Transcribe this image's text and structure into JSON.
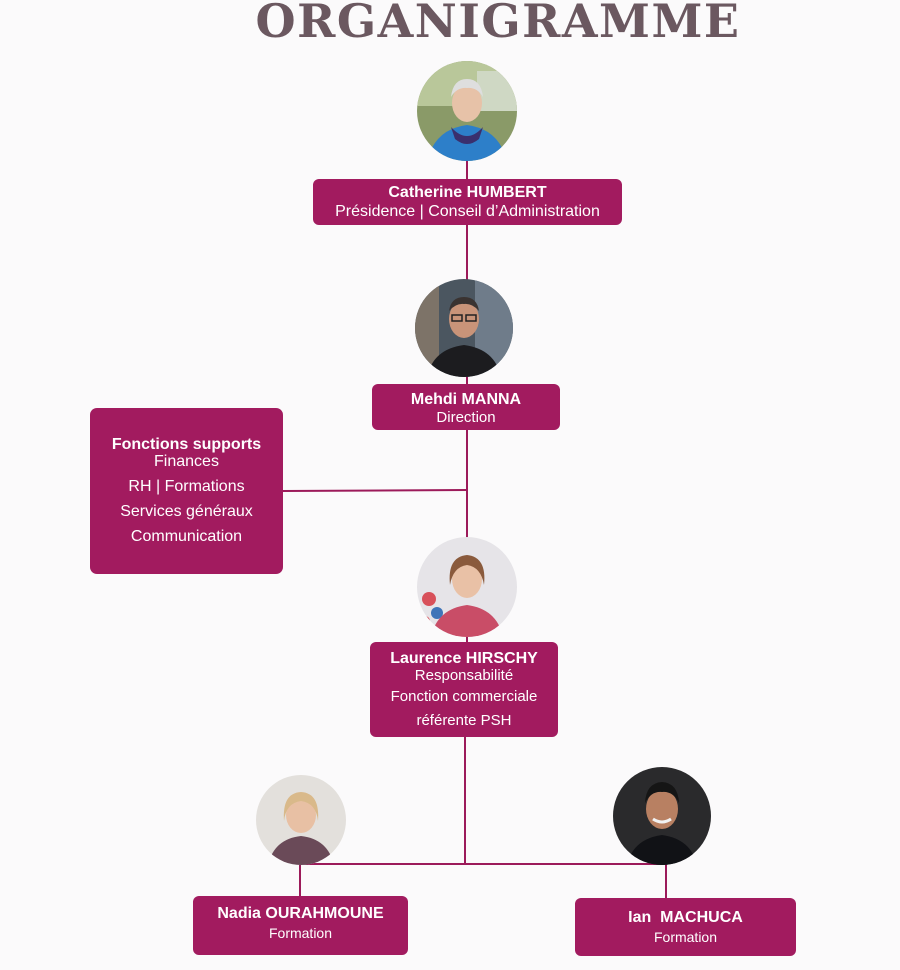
{
  "title": "ORGANIGRAMME",
  "colors": {
    "box": "#a21b5f",
    "connector": "#9c1a5a",
    "title": "#6b5860"
  },
  "president": {
    "name": "Catherine HUMBERT",
    "role": "Présidence | Conseil d’Administration"
  },
  "director": {
    "name": "Mehdi MANNA",
    "role": "Direction"
  },
  "support": {
    "title": "Fonctions supports",
    "lines": [
      "Finances",
      "RH | Formations",
      "Services généraux",
      "Communication"
    ]
  },
  "manager": {
    "name": "Laurence HIRSCHY",
    "role": "Responsabilité",
    "lines": [
      "Fonction commerciale",
      "référente PSH"
    ]
  },
  "trainer_left": {
    "name": "Nadia OURAHMOUNE",
    "role": "Formation"
  },
  "trainer_right": {
    "name": "Ian  MACHUCA",
    "role": "Formation"
  }
}
